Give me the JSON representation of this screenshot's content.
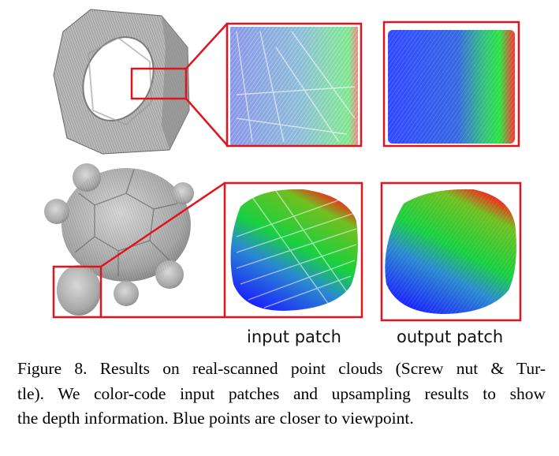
{
  "figure": {
    "labels": {
      "input": "input patch",
      "output": "output patch"
    },
    "caption_lines": [
      "Figure 8. Results on real-scanned point clouds (Screw nut & Tur-",
      "tle). We color-code input patches and upsampling results to show",
      "the depth information. Blue points are closer to viewpoint."
    ],
    "colors": {
      "highlight": "#e0141e",
      "near": "#1e3cff",
      "mid": "#18c83c",
      "far": "#e01e1e",
      "scan": "#8c8c8c"
    }
  }
}
